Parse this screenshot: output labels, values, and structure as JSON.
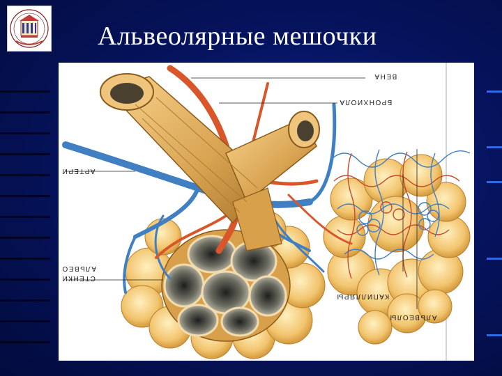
{
  "slide": {
    "title": "Альвеолярные мешочки"
  },
  "logo": {
    "icon": "university-crest-icon"
  },
  "figure": {
    "labels": {
      "vein": "ВЕНА",
      "bronchiole": "БРОНХИОЛА",
      "artery": "АРТЕРИ",
      "alveolus_wall_1": "АЛЬВЕО",
      "alveolus_wall_2": "СТЕНКИ",
      "capillaries": "КАПИЛЛЯРЫ",
      "alveoli": "АЛЬВЕОЛЫ"
    }
  },
  "colors": {
    "background": "#061460",
    "title": "#ffffff",
    "vein": "#d9562a",
    "artery": "#3f7fc2",
    "tissue": "#e9b865"
  }
}
